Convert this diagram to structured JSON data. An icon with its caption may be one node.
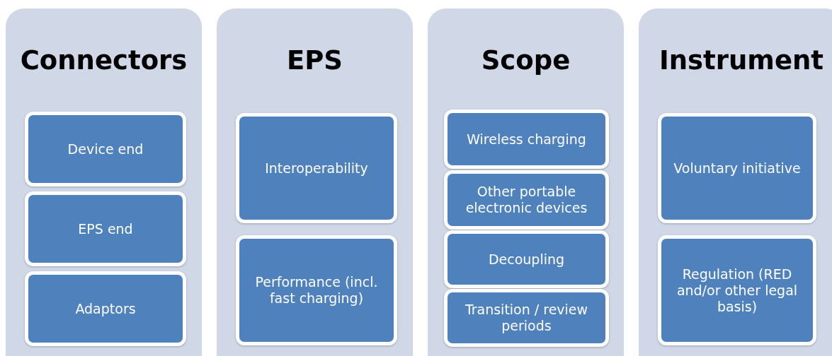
{
  "diagram": {
    "nodes": [
      {
        "text": [
          "Connectors"
        ]
      },
      {
        "text": [
          "Device end"
        ],
        "in": 0
      },
      {
        "text": [
          "EPS end"
        ],
        "in": 0
      },
      {
        "text": [
          "Adaptors"
        ],
        "in": 0
      },
      {
        "text": [
          "EPS"
        ]
      },
      {
        "text": [
          "Interoperability"
        ],
        "in": 4
      },
      {
        "text": [
          "Performance (incl. fast charging)"
        ],
        "in": 4
      },
      {
        "text": [
          "Scope"
        ]
      },
      {
        "text": [
          "Wireless charging"
        ],
        "in": 7
      },
      {
        "text": [
          "Other portable electronic devices"
        ],
        "in": 7
      },
      {
        "text": [
          "Decoupling"
        ],
        "in": 7
      },
      {
        "text": [
          "Transition / review periods"
        ],
        "in": 7
      },
      {
        "text": [
          "Instrument"
        ]
      },
      {
        "text": [
          "Voluntary initiative"
        ],
        "in": 12
      },
      {
        "text": [
          "Regulation (RED and/or other legal basis)"
        ],
        "in": 12
      }
    ]
  }
}
